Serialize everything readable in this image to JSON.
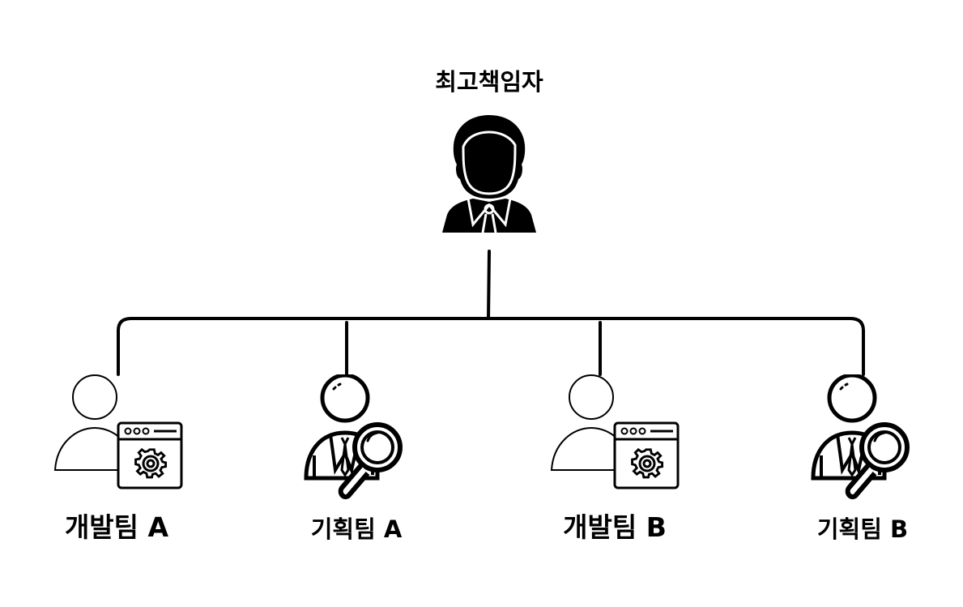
{
  "org_chart": {
    "root": {
      "label": "최고책임자",
      "icon": "executive-icon"
    },
    "teams": [
      {
        "label": "개발팀 A",
        "icon": "developer-icon"
      },
      {
        "label": "기획팀 A",
        "icon": "planner-icon"
      },
      {
        "label": "개발팀 B",
        "icon": "developer-icon"
      },
      {
        "label": "기획팀 B",
        "icon": "planner-icon"
      }
    ]
  }
}
